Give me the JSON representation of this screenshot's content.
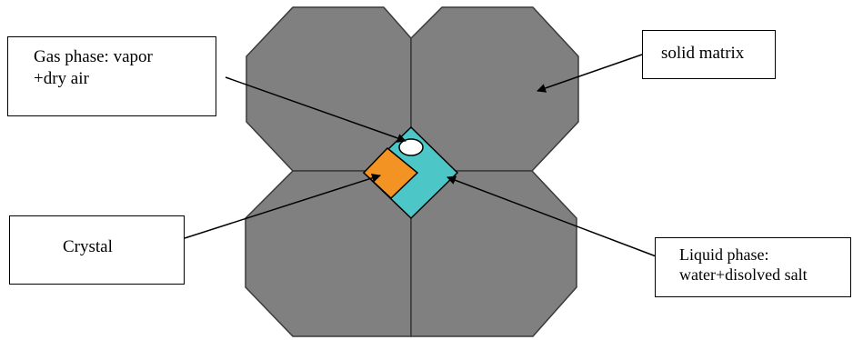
{
  "labels": {
    "gas_phase": "Gas phase: vapor\n+dry air",
    "solid_matrix": "solid matrix",
    "crystal": "Crystal",
    "liquid_phase": "Liquid phase:\nwater+disolved salt"
  },
  "colors": {
    "grain_fill": "#808080",
    "grain_stroke": "#3a3a3a",
    "liquid": "#4cc6c6",
    "crystal": "#f39323",
    "gas_bubble": "#ffffff",
    "line": "#000000"
  }
}
